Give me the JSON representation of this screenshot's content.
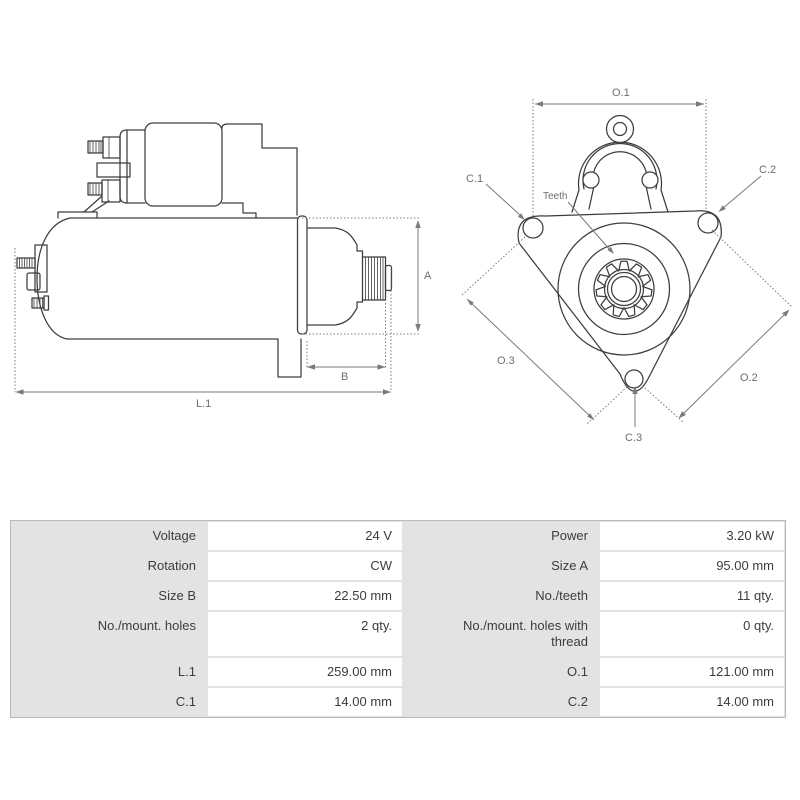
{
  "diagram": {
    "side_view": {
      "labels": {
        "a": "A",
        "b": "B",
        "l1": "L.1"
      }
    },
    "front_view": {
      "labels": {
        "o1": "O.1",
        "o2": "O.2",
        "o3": "O.3",
        "c1": "C.1",
        "c2": "C.2",
        "c3": "C.3",
        "teeth": "Teeth"
      }
    }
  },
  "colors": {
    "part_outline": "#3d3d3d",
    "dimension_lines": "#7a7a7a",
    "table_label_bg": "#e3e3e3",
    "table_value_bg": "#ffffff",
    "table_text": "#3c3c3c",
    "table_border": "#b9b9b9"
  },
  "spec_table": {
    "rows": [
      {
        "cells": [
          "Voltage",
          "24 V",
          "Power",
          "3.20 kW"
        ]
      },
      {
        "cells": [
          "Rotation",
          "CW",
          "Size A",
          "95.00 mm"
        ]
      },
      {
        "cells": [
          "Size B",
          "22.50 mm",
          "No./teeth",
          "11 qty."
        ]
      },
      {
        "cells": [
          "No./mount. holes",
          "2 qty.",
          "No./mount. holes with thread",
          "0 qty."
        ]
      },
      {
        "cells": [
          "L.1",
          "259.00 mm",
          "O.1",
          "121.00 mm"
        ]
      },
      {
        "cells": [
          "C.1",
          "14.00 mm",
          "C.2",
          "14.00 mm"
        ]
      }
    ]
  }
}
